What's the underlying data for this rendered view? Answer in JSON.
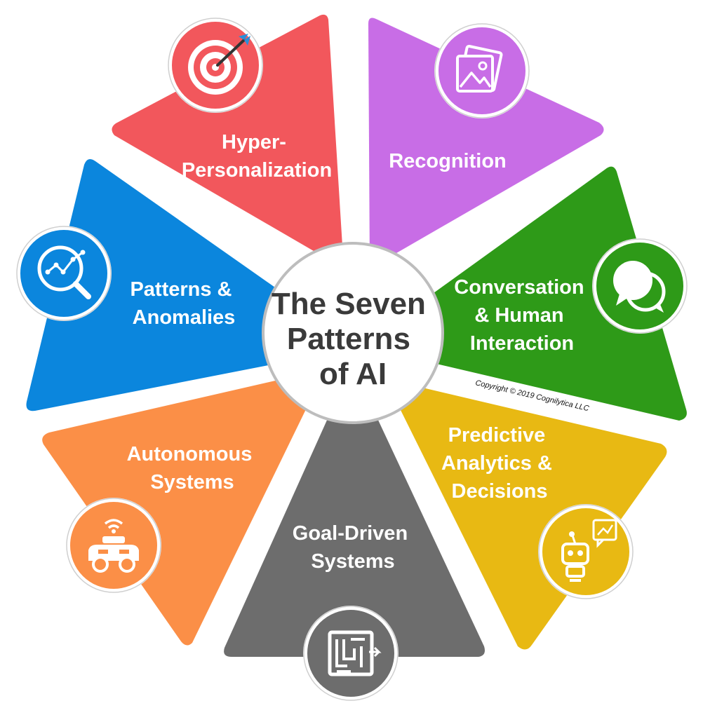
{
  "center": {
    "title_lines": [
      "The Seven",
      "Patterns",
      "of AI"
    ]
  },
  "segments": [
    {
      "id": "hyper-personalization",
      "label_lines": [
        "Hyper-",
        "Personalization"
      ],
      "color": "#f2575c",
      "icon": "target-icon"
    },
    {
      "id": "recognition",
      "label_lines": [
        "Recognition"
      ],
      "color": "#c86de6",
      "icon": "image-recognition-icon"
    },
    {
      "id": "conversation",
      "label_lines": [
        "Conversation",
        "& Human",
        "Interaction"
      ],
      "color": "#2e9a18",
      "icon": "chat-bubbles-icon"
    },
    {
      "id": "predictive-analytics",
      "label_lines": [
        "Predictive",
        "Analytics &",
        "Decisions"
      ],
      "color": "#e8b913",
      "icon": "robot-analytics-icon"
    },
    {
      "id": "goal-driven",
      "label_lines": [
        "Goal-Driven",
        "Systems"
      ],
      "color": "#6d6d6d",
      "icon": "maze-icon"
    },
    {
      "id": "autonomous",
      "label_lines": [
        "Autonomous",
        "Systems"
      ],
      "color": "#fb8f47",
      "icon": "autonomous-car-icon"
    },
    {
      "id": "patterns-anomalies",
      "label_lines": [
        "Patterns &",
        "Anomalies"
      ],
      "color": "#0b86dd",
      "icon": "magnifier-chart-icon"
    }
  ],
  "copyright": "Copyright © 2019 Cognilytica LLC"
}
